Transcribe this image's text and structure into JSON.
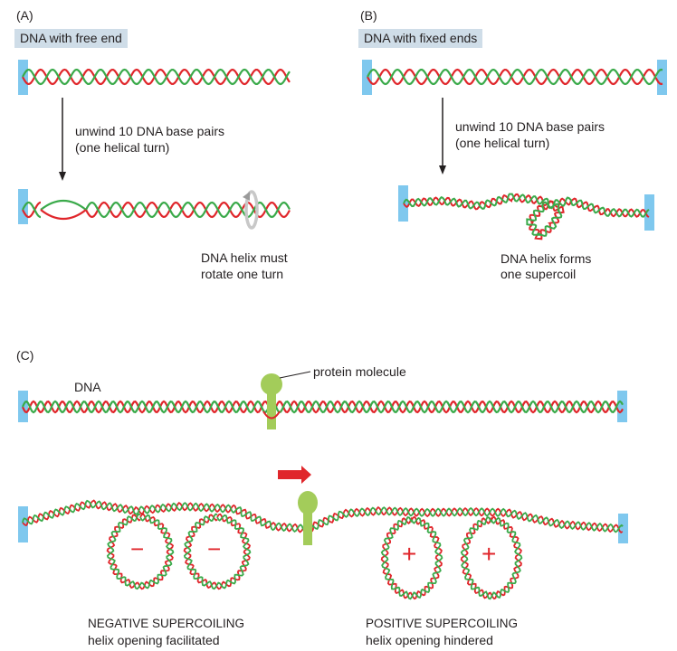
{
  "panel_a": {
    "label": "(A)",
    "title": "DNA with free end",
    "step_text": [
      "unwind 10 DNA base pairs",
      "(one helical turn)"
    ],
    "result_text": [
      "DNA helix must",
      "rotate one turn"
    ]
  },
  "panel_b": {
    "label": "(B)",
    "title": "DNA with fixed ends",
    "step_text": [
      "unwind 10 DNA base pairs",
      "(one helical turn)"
    ],
    "result_text": [
      "DNA helix forms",
      "one supercoil"
    ]
  },
  "panel_c": {
    "label": "(C)",
    "dna_label": "DNA",
    "protein_label": "protein molecule",
    "negative_symbol": "−",
    "positive_symbol": "+",
    "negative_text": [
      "NEGATIVE SUPERCOILING",
      "helix opening facilitated"
    ],
    "positive_text": [
      "POSITIVE SUPERCOILING",
      "helix opening hindered"
    ]
  },
  "colors": {
    "strand1": "#e0262b",
    "strand2": "#3aaa4a",
    "anchor": "#7fc8ee",
    "protein": "#a3cc5a",
    "arrow": "#e0262b",
    "title_box": "#cfdde8"
  }
}
